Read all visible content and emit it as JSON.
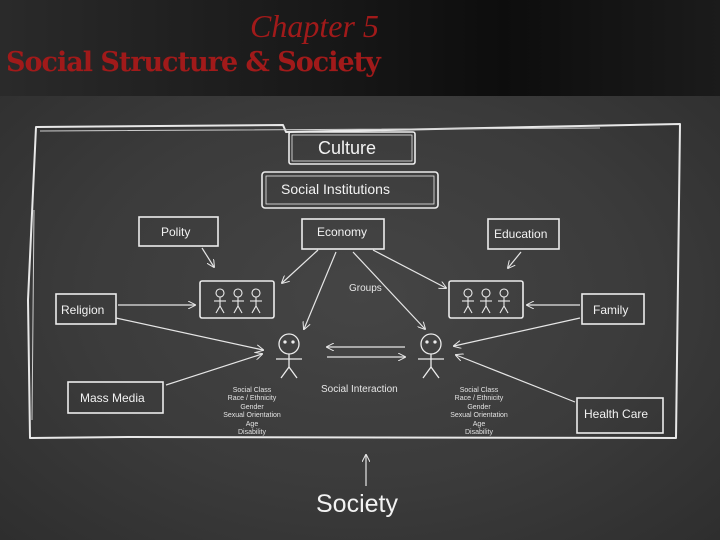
{
  "header": {
    "chapter": "Chapter 5",
    "title": "Social Structure & Society"
  },
  "diagram": {
    "nodes": {
      "culture": "Culture",
      "institutions": "Social Institutions",
      "polity": "Polity",
      "economy": "Economy",
      "education": "Education",
      "religion": "Religion",
      "family": "Family",
      "mass_media": "Mass Media",
      "health_care": "Health Care"
    },
    "groups_label": "Groups",
    "interaction_label": "Social Interaction",
    "left_attributes": [
      "Social Class",
      "Race / Ethnicity",
      "Gender",
      "Sexual Orientation",
      "Age",
      "Disability"
    ],
    "right_attributes": [
      "Social Class",
      "Race / Ethnicity",
      "Gender",
      "Sexual Orientation",
      "Age",
      "Disability"
    ],
    "bottom_label": "Society"
  }
}
